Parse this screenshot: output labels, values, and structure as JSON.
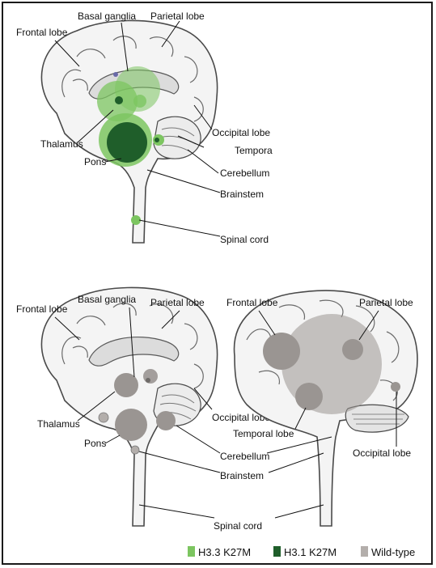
{
  "top_panel": {
    "labels": {
      "frontal": "Frontal lobe",
      "basal": "Basal ganglia",
      "parietal": "Parietal lobe",
      "thalamus": "Thalamus",
      "occipital": "Occipital lobe",
      "tempora": "Tempora",
      "pons": "Pons",
      "cerebellum": "Cerebellum",
      "brainstem": "Brainstem",
      "spinal": "Spinal cord"
    }
  },
  "bottom_panel": {
    "labels": {
      "frontal_left": "Frontal lobe",
      "basal": "Basal ganglia",
      "parietal_left": "Parietal lobe",
      "thalamus": "Thalamus",
      "occipital_left": "Occipital lobe",
      "pons": "Pons",
      "cerebellum": "Cerebellum",
      "brainstem": "Brainstem",
      "spinal": "Spinal cord",
      "frontal_right": "Frontal lobe",
      "parietal_right": "Parietal lobe",
      "temporal_right": "Temporal lobe",
      "occipital_right": "Occipital lobe"
    }
  },
  "legend": [
    {
      "label": "H3.3 K27M",
      "color": "#7cc560"
    },
    {
      "label": "H3.1 K27M",
      "color": "#1f5e2a"
    },
    {
      "label": "Wild-type",
      "color": "#b3aeab"
    }
  ],
  "colors": {
    "h33": "#7cc560",
    "h31": "#1f5e2a",
    "wildtype": "#9a9592",
    "brain_fill": "#f4f4f4",
    "brain_stroke": "#4a4a4a",
    "inner_fill": "#dcdcdc"
  }
}
